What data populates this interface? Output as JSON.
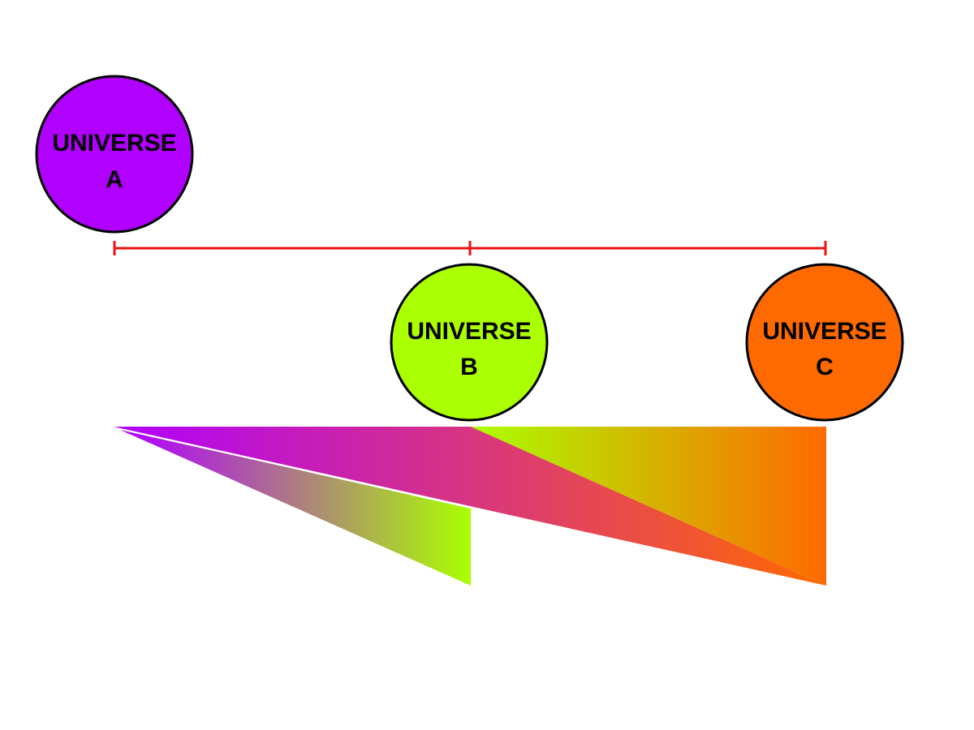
{
  "colors": {
    "universe_a": "#b000ff",
    "universe_b": "#aaff00",
    "universe_c": "#ff6a00",
    "timeline": "#ee1111",
    "outline": "#000000"
  },
  "universes": [
    {
      "id": "a",
      "line1": "UNIVERSE",
      "line2": "A"
    },
    {
      "id": "b",
      "line1": "UNIVERSE",
      "line2": "B"
    },
    {
      "id": "c",
      "line1": "UNIVERSE",
      "line2": "C"
    }
  ]
}
